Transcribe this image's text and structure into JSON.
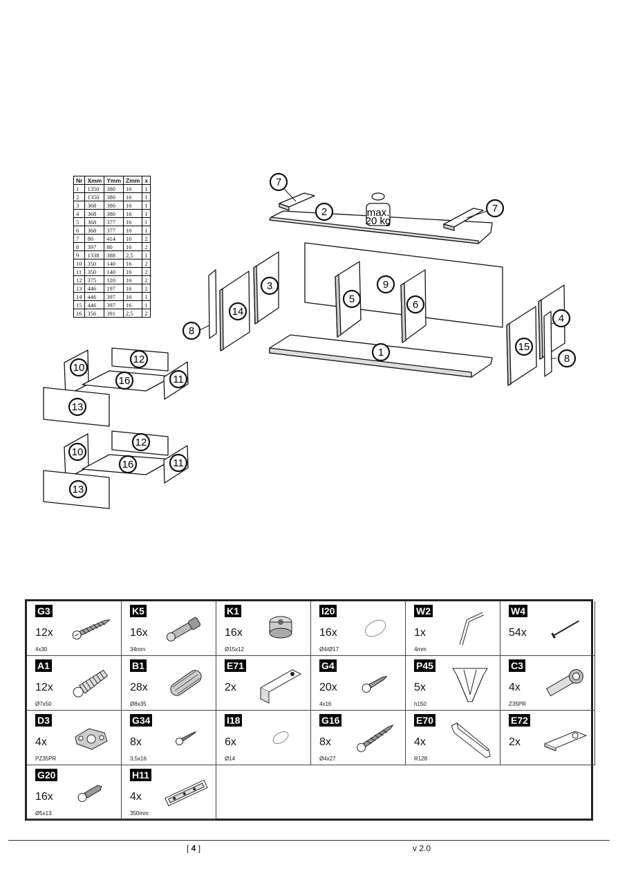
{
  "parts_table": {
    "headers": [
      "Nr",
      "Xmm",
      "Ymm",
      "Zmm",
      "x"
    ],
    "rows": [
      [
        "1",
        "1350",
        "380",
        "16",
        "1"
      ],
      [
        "2",
        "1350",
        "380",
        "16",
        "1"
      ],
      [
        "3",
        "368",
        "380",
        "16",
        "1"
      ],
      [
        "4",
        "368",
        "380",
        "16",
        "1"
      ],
      [
        "5",
        "368",
        "377",
        "16",
        "1"
      ],
      [
        "6",
        "368",
        "377",
        "16",
        "1"
      ],
      [
        "7",
        "80",
        "414",
        "16",
        "2"
      ],
      [
        "8",
        "397",
        "80",
        "16",
        "2"
      ],
      [
        "9",
        "1338",
        "388",
        "2,5",
        "1"
      ],
      [
        "10",
        "350",
        "140",
        "16",
        "2"
      ],
      [
        "11",
        "350",
        "140",
        "16",
        "2"
      ],
      [
        "12",
        "375",
        "120",
        "16",
        "2"
      ],
      [
        "13",
        "446",
        "197",
        "16",
        "2"
      ],
      [
        "14",
        "446",
        "397",
        "16",
        "1"
      ],
      [
        "15",
        "446",
        "397",
        "16",
        "1"
      ],
      [
        "16",
        "356",
        "391",
        "2,5",
        "2"
      ]
    ]
  },
  "diagram": {
    "part_labels": [
      "1",
      "2",
      "3",
      "4",
      "5",
      "6",
      "7",
      "8",
      "9",
      "10",
      "11",
      "12",
      "13",
      "14",
      "15",
      "16"
    ],
    "weight_label_line1": "max.",
    "weight_label_line2": "20 kg"
  },
  "hardware": [
    {
      "code": "G3",
      "qty": "12x",
      "spec": "4x30",
      "icon": "screw-icon"
    },
    {
      "code": "K5",
      "qty": "16x",
      "spec": "34mm",
      "icon": "cam-bolt-icon"
    },
    {
      "code": "K1",
      "qty": "16x",
      "spec": "Ø15x12",
      "icon": "cam-lock-icon"
    },
    {
      "code": "I20",
      "qty": "16x",
      "spec": "Ø4/Ø17",
      "icon": "cover-cap-icon"
    },
    {
      "code": "W2",
      "qty": "1x",
      "spec": "4mm",
      "icon": "allen-key-icon"
    },
    {
      "code": "W4",
      "qty": "54x",
      "spec": "",
      "icon": "nail-icon"
    },
    {
      "code": "A1",
      "qty": "12x",
      "spec": "Ø7x50",
      "icon": "confirmat-screw-icon"
    },
    {
      "code": "B1",
      "qty": "28x",
      "spec": "Ø8x35",
      "icon": "wooden-dowel-icon"
    },
    {
      "code": "E71",
      "qty": "2x",
      "spec": "",
      "icon": "angle-bracket-icon"
    },
    {
      "code": "G4",
      "qty": "20x",
      "spec": "4x16",
      "icon": "short-screw-icon"
    },
    {
      "code": "P45",
      "qty": "5x",
      "spec": "h150",
      "icon": "furniture-leg-icon"
    },
    {
      "code": "C3",
      "qty": "4x",
      "spec": "Z35PR",
      "icon": "hinge-icon"
    },
    {
      "code": "D3",
      "qty": "4x",
      "spec": "PZ35PR",
      "icon": "hinge-plate-icon"
    },
    {
      "code": "G34",
      "qty": "8x",
      "spec": "3,5x16",
      "icon": "small-screw-icon"
    },
    {
      "code": "I18",
      "qty": "6x",
      "spec": "Ø14",
      "icon": "cover-cap-small-icon"
    },
    {
      "code": "G16",
      "qty": "8x",
      "spec": "Ø4x27",
      "icon": "long-screw-icon"
    },
    {
      "code": "E70",
      "qty": "4x",
      "spec": "R128",
      "icon": "handle-icon"
    },
    {
      "code": "E72",
      "qty": "2x",
      "spec": "",
      "icon": "flat-plate-icon"
    },
    {
      "code": "G20",
      "qty": "16x",
      "spec": "Ø5x13",
      "icon": "euro-screw-icon"
    },
    {
      "code": "H11",
      "qty": "4x",
      "spec": "350mm",
      "icon": "drawer-slide-icon"
    }
  ],
  "footer": {
    "page_open": "[ ",
    "page_number": "4",
    "page_close": " ]",
    "version": "v 2.0"
  }
}
